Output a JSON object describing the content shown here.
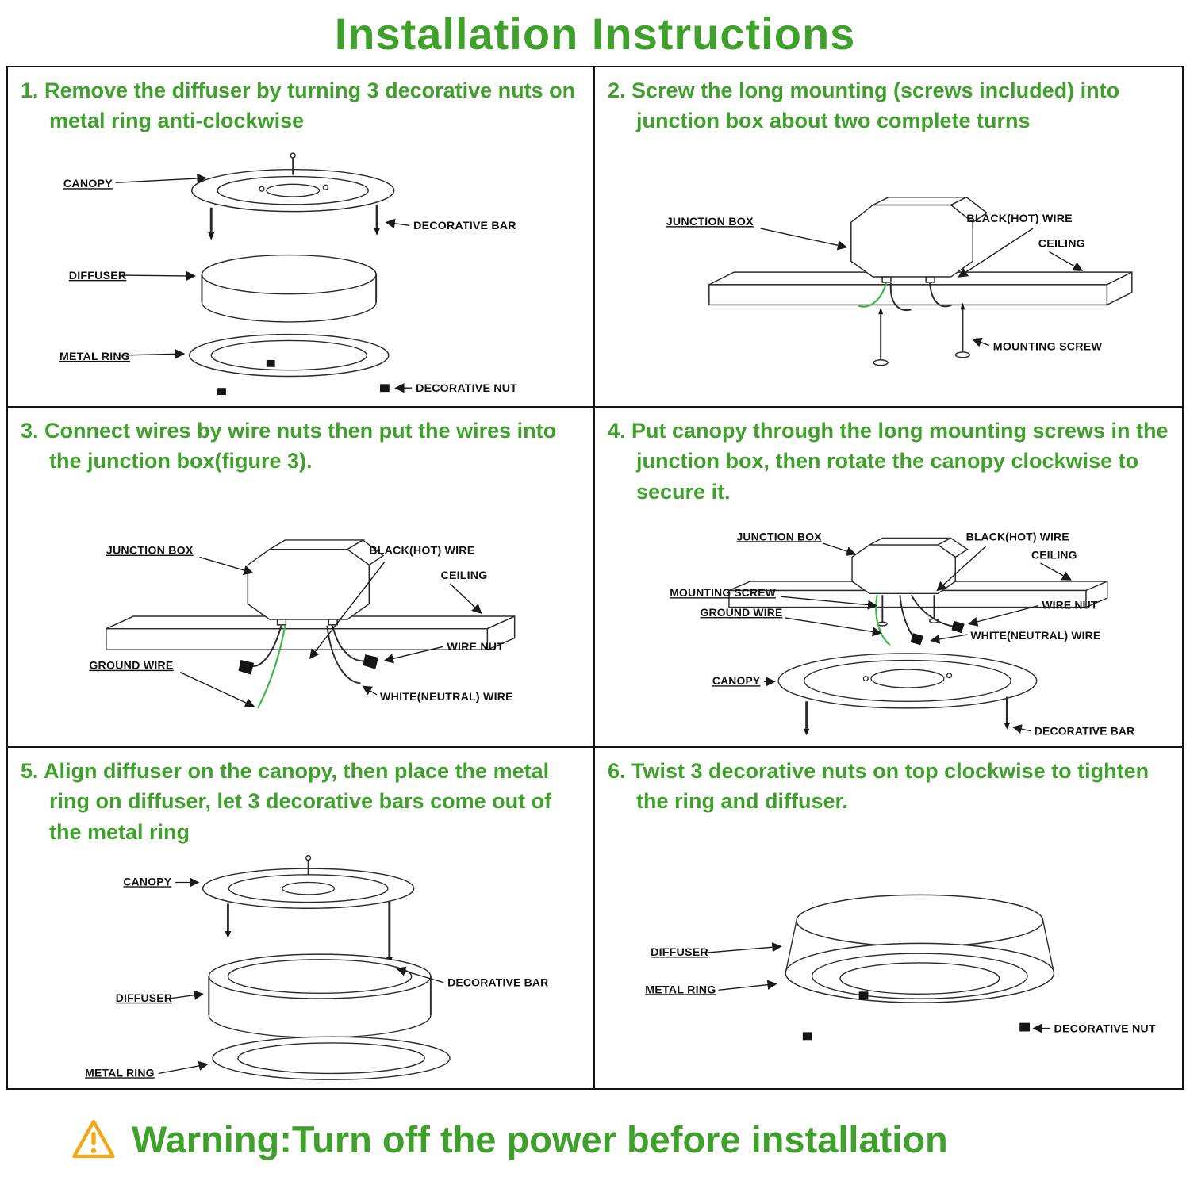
{
  "title": "Installation Instructions",
  "colors": {
    "accent_green": "#3fa12b",
    "wire_green": "#3cb54a",
    "warning_yellow": "#f0a818",
    "line_art": "#2b2b2b"
  },
  "warning": {
    "icon": "warning-triangle-icon",
    "text": "Warning:Turn off the power before installation"
  },
  "panels": [
    {
      "step": "1. Remove the diffuser by turning 3 decorative nuts on metal ring anti-clockwise",
      "labels": {
        "canopy": "CANOPY",
        "decorative_bar": "DECORATIVE BAR",
        "diffuser": "DIFFUSER",
        "metal_ring": "METAL RING",
        "decorative_nut": "DECORATIVE NUT"
      }
    },
    {
      "step": "2. Screw the long mounting (screws included) into junction box about two complete turns",
      "labels": {
        "junction_box": "JUNCTION BOX",
        "black_hot_wire": "BLACK(HOT) WIRE",
        "ceiling": "CEILING",
        "mounting_screw": "MOUNTING SCREW"
      }
    },
    {
      "step": "3. Connect wires by wire nuts then put the wires into the junction box(figure 3).",
      "labels": {
        "junction_box": "JUNCTION BOX",
        "black_hot_wire": "BLACK(HOT) WIRE",
        "ceiling": "CEILING",
        "wire_nut": "WIRE NUT",
        "ground_wire": "GROUND WIRE",
        "white_neutral_wire": "WHITE(NEUTRAL) WIRE"
      }
    },
    {
      "step": "4. Put canopy through the long mounting screws in the junction box, then rotate the canopy clockwise to secure it.",
      "labels": {
        "junction_box": "JUNCTION BOX",
        "black_hot_wire": "BLACK(HOT) WIRE",
        "ceiling": "CEILING",
        "mounting_screw": "MOUNTING SCREW",
        "ground_wire": "GROUND WIRE",
        "wire_nut": "WIRE NUT",
        "white_neutral_wire": "WHITE(NEUTRAL) WIRE",
        "canopy": "CANOPY",
        "decorative_bar": "DECORATIVE BAR"
      }
    },
    {
      "step": "5. Align diffuser on the canopy, then place the metal ring on diffuser, let 3 decorative bars come out of the metal ring",
      "labels": {
        "canopy": "CANOPY",
        "decorative_bar": "DECORATIVE BAR",
        "diffuser": "DIFFUSER",
        "metal_ring": "METAL RING"
      }
    },
    {
      "step": "6. Twist 3 decorative nuts on top clockwise to tighten the ring and diffuser.",
      "labels": {
        "diffuser": "DIFFUSER",
        "metal_ring": "METAL RING",
        "decorative_nut": "DECORATIVE NUT"
      }
    }
  ]
}
